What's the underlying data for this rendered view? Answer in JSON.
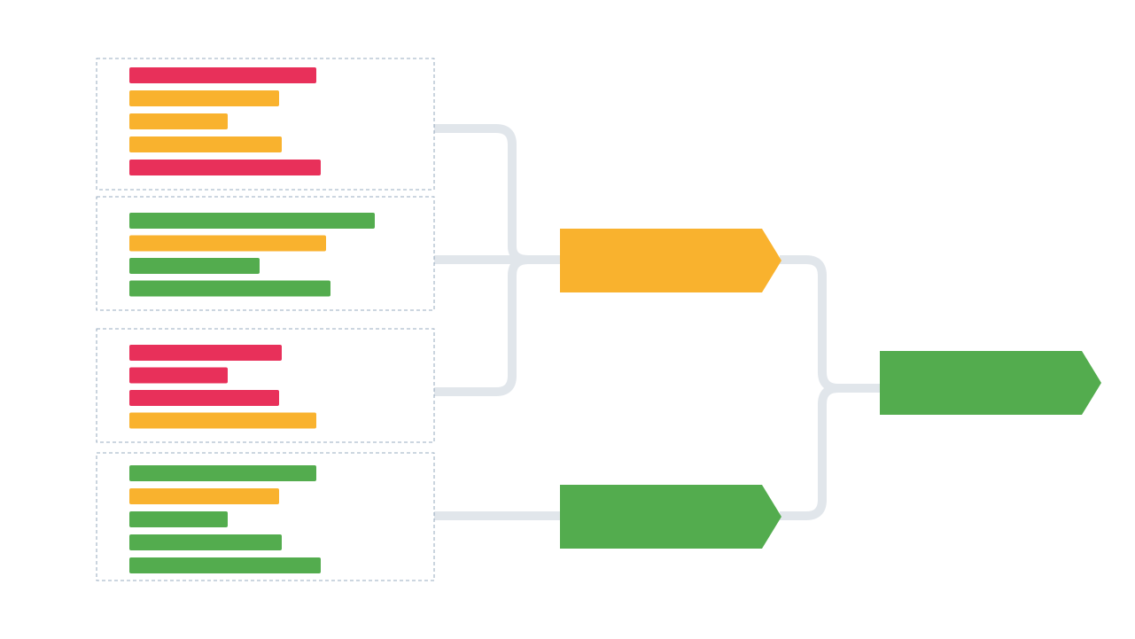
{
  "colors": {
    "red": "#E8305A",
    "orange": "#F9B22E",
    "green": "#53AC4E",
    "connector": "#E1E6EB",
    "group_border": "#7A93AE",
    "background": "#FFFFFF"
  },
  "groups": [
    {
      "id": "group-1",
      "bars": [
        {
          "color": "red",
          "value": 0.76
        },
        {
          "color": "orange",
          "value": 0.61
        },
        {
          "color": "orange",
          "value": 0.4
        },
        {
          "color": "orange",
          "value": 0.62
        },
        {
          "color": "red",
          "value": 0.78
        }
      ]
    },
    {
      "id": "group-2",
      "bars": [
        {
          "color": "green",
          "value": 1.0
        },
        {
          "color": "orange",
          "value": 0.8
        },
        {
          "color": "green",
          "value": 0.53
        },
        {
          "color": "green",
          "value": 0.82
        }
      ]
    },
    {
      "id": "group-3",
      "bars": [
        {
          "color": "red",
          "value": 0.62
        },
        {
          "color": "red",
          "value": 0.4
        },
        {
          "color": "red",
          "value": 0.61
        },
        {
          "color": "orange",
          "value": 0.76
        }
      ]
    },
    {
      "id": "group-4",
      "bars": [
        {
          "color": "green",
          "value": 0.76
        },
        {
          "color": "orange",
          "value": 0.61
        },
        {
          "color": "green",
          "value": 0.4
        },
        {
          "color": "green",
          "value": 0.62
        },
        {
          "color": "green",
          "value": 0.78
        }
      ]
    }
  ],
  "intermediate_nodes": [
    {
      "id": "node-upper",
      "color": "orange",
      "inputs": [
        "group-1",
        "group-2",
        "group-3"
      ]
    },
    {
      "id": "node-lower",
      "color": "green",
      "inputs": [
        "group-4"
      ]
    }
  ],
  "final_node": {
    "id": "node-final",
    "color": "green",
    "inputs": [
      "node-upper",
      "node-lower"
    ]
  }
}
